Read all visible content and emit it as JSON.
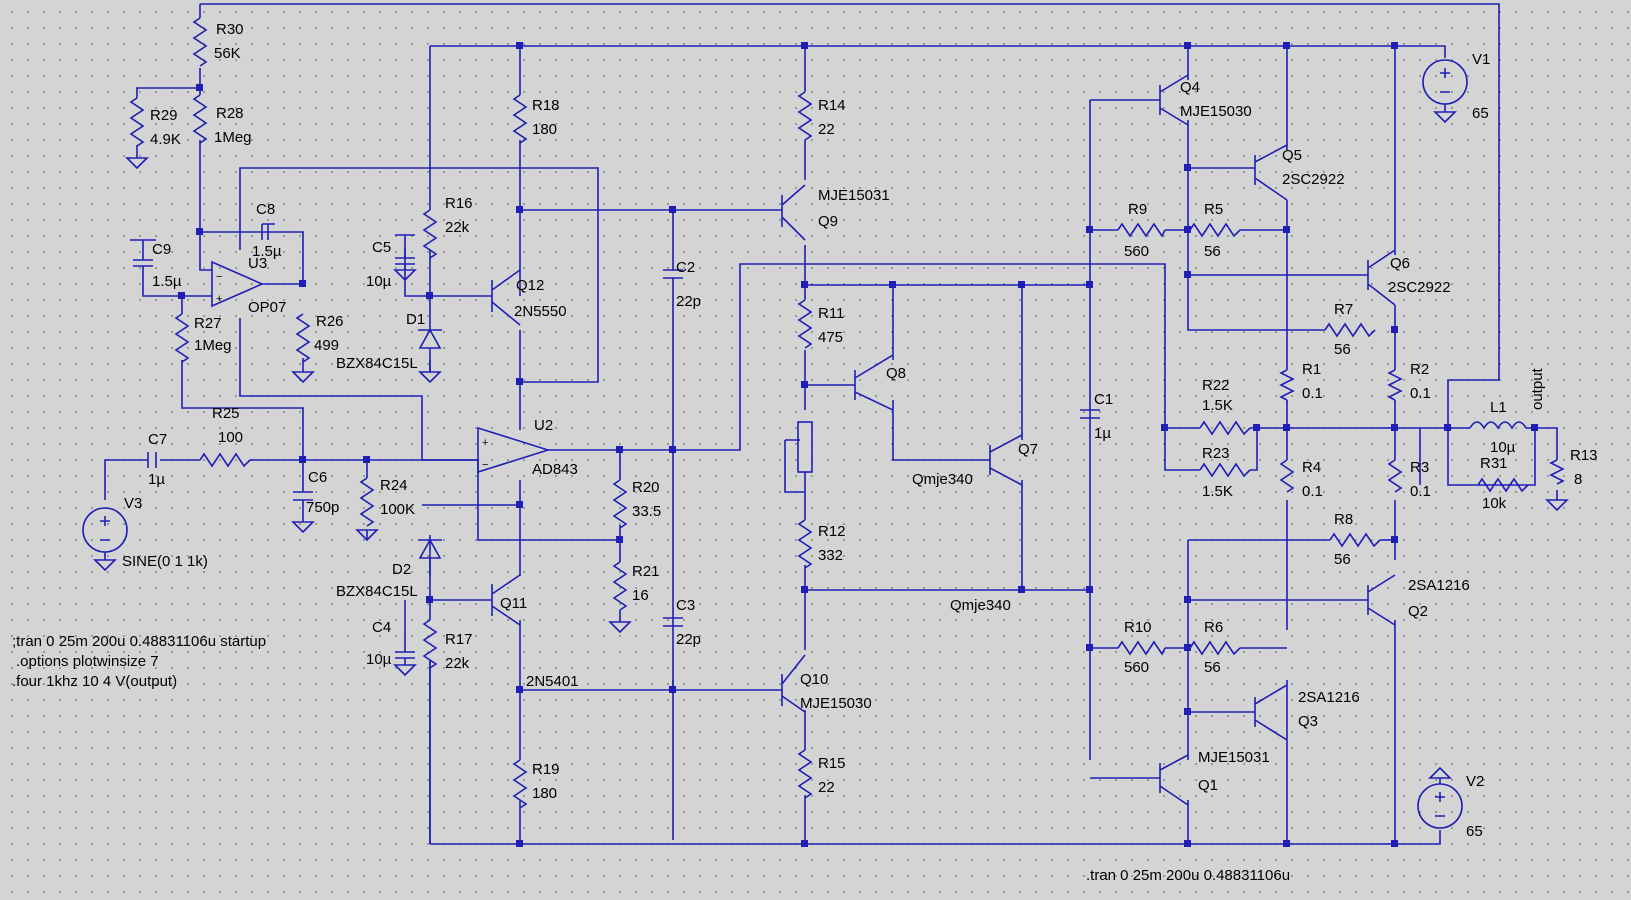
{
  "colors": {
    "wire": "#1f1fb8",
    "text": "#000000",
    "background": "#d4d4d4"
  },
  "resistors": [
    {
      "id": "R30",
      "value": "56K"
    },
    {
      "id": "R29",
      "value": "4.9K"
    },
    {
      "id": "R28",
      "value": "1Meg"
    },
    {
      "id": "R27",
      "value": "1Meg"
    },
    {
      "id": "R26",
      "value": "499"
    },
    {
      "id": "R25",
      "value": "100"
    },
    {
      "id": "R24",
      "value": "100K"
    },
    {
      "id": "R18",
      "value": "180"
    },
    {
      "id": "R16",
      "value": "22k"
    },
    {
      "id": "R17",
      "value": "22k"
    },
    {
      "id": "R19",
      "value": "180"
    },
    {
      "id": "R20",
      "value": "33.5"
    },
    {
      "id": "R21",
      "value": "16"
    },
    {
      "id": "R14",
      "value": "22"
    },
    {
      "id": "R11",
      "value": "475"
    },
    {
      "id": "R12",
      "value": "332"
    },
    {
      "id": "R15",
      "value": "22"
    },
    {
      "id": "R9",
      "value": "560"
    },
    {
      "id": "R5",
      "value": "56"
    },
    {
      "id": "R7",
      "value": "56"
    },
    {
      "id": "R1",
      "value": "0.1"
    },
    {
      "id": "R2",
      "value": "0.1"
    },
    {
      "id": "R22",
      "value": "1.5K"
    },
    {
      "id": "R23",
      "value": "1.5K"
    },
    {
      "id": "R4",
      "value": "0.1"
    },
    {
      "id": "R3",
      "value": "0.1"
    },
    {
      "id": "R8",
      "value": "56"
    },
    {
      "id": "R10",
      "value": "560"
    },
    {
      "id": "R6",
      "value": "56"
    },
    {
      "id": "R31",
      "value": "10k"
    },
    {
      "id": "R13",
      "value": "8"
    }
  ],
  "capacitors": [
    {
      "id": "C8",
      "value": "1.5µ"
    },
    {
      "id": "C9",
      "value": "1.5µ"
    },
    {
      "id": "C5",
      "value": "10µ"
    },
    {
      "id": "C7",
      "value": "1µ"
    },
    {
      "id": "C6",
      "value": "750p"
    },
    {
      "id": "C4",
      "value": "10µ"
    },
    {
      "id": "C2",
      "value": "22p"
    },
    {
      "id": "C3",
      "value": "22p"
    },
    {
      "id": "C1",
      "value": "1µ"
    }
  ],
  "transistors": [
    {
      "id": "Q12",
      "model": "2N5550"
    },
    {
      "id": "Q11",
      "model": "2N5401"
    },
    {
      "id": "Q9",
      "model": "MJE15031"
    },
    {
      "id": "Q10",
      "model": "MJE15030"
    },
    {
      "id": "Q8",
      "model": ""
    },
    {
      "id": "Q7",
      "model": "Qmje340"
    },
    {
      "id": "Q7b",
      "model": "Qmje340"
    },
    {
      "id": "Q4",
      "model": "MJE15030"
    },
    {
      "id": "Q5",
      "model": "2SC2922"
    },
    {
      "id": "Q6",
      "model": "2SC2922"
    },
    {
      "id": "Q2",
      "model": "2SA1216"
    },
    {
      "id": "Q3",
      "model": "2SA1216"
    },
    {
      "id": "Q1",
      "model": "MJE15031"
    }
  ],
  "opamps": [
    {
      "id": "U3",
      "model": "OP07"
    },
    {
      "id": "U2",
      "model": "AD843"
    }
  ],
  "diodes": [
    {
      "id": "D1",
      "model": "BZX84C15L"
    },
    {
      "id": "D2",
      "model": "BZX84C15L"
    }
  ],
  "sources": [
    {
      "id": "V1",
      "value": "65"
    },
    {
      "id": "V2",
      "value": "65"
    },
    {
      "id": "V3",
      "value": "SINE(0 1 1k)"
    }
  ],
  "inductor": {
    "id": "L1",
    "value": "10µ"
  },
  "net_label": "output",
  "directives": [
    ";tran 0 25m 200u 0.48831106u startup",
    ".options plotwinsize 7",
    ".four 1khz 10 4 V(output)",
    ".tran 0 25m 200u 0.48831106u"
  ]
}
